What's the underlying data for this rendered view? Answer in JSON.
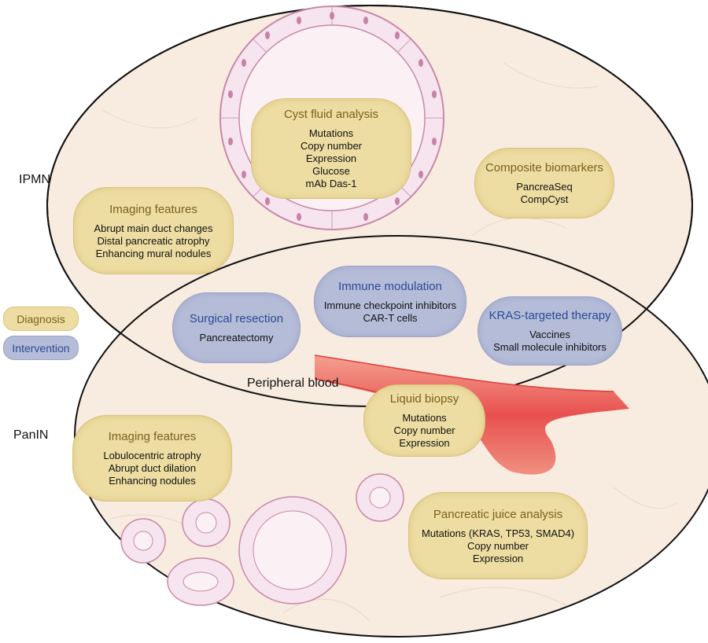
{
  "labels": {
    "ipmn": "IPMN",
    "panin": "PanIN",
    "peripheral_blood": "Peripheral blood"
  },
  "legend": {
    "diagnosis": "Diagnosis",
    "intervention": "Intervention"
  },
  "colors": {
    "diagnosis_fill": "#eddda2",
    "intervention_fill": "#b5bcd8",
    "ellipse_fill": "#f8ebdf",
    "cell_pink": "#c882a6",
    "vessel_red": "#e8504e"
  },
  "boxes": {
    "cyst_fluid": {
      "title": "Cyst fluid analysis",
      "items": [
        "Mutations",
        "Copy number",
        "Expression",
        "Glucose",
        "mAb Das-1"
      ]
    },
    "composite": {
      "title": "Composite biomarkers",
      "items": [
        "PancreaSeq",
        "CompCyst"
      ]
    },
    "imaging_ipmn": {
      "title": "Imaging features",
      "items": [
        "Abrupt main duct changes",
        "Distal pancreatic atrophy",
        "Enhancing mural nodules"
      ]
    },
    "immune": {
      "title": "Immune modulation",
      "items": [
        "Immune checkpoint inhibitors",
        "CAR-T cells"
      ]
    },
    "surgical": {
      "title": "Surgical resection",
      "items": [
        "Pancreatectomy"
      ]
    },
    "kras": {
      "title": "KRAS-targeted therapy",
      "items": [
        "Vaccines",
        "Small molecule inhibitors"
      ]
    },
    "liquid": {
      "title": "Liquid biopsy",
      "items": [
        "Mutations",
        "Copy number",
        "Expression"
      ]
    },
    "imaging_panin": {
      "title": "Imaging features",
      "items": [
        "Lobulocentric atrophy",
        "Abrupt duct dilation",
        "Enhancing nodules"
      ]
    },
    "juice": {
      "title": "Pancreatic juice analysis",
      "items": [
        "Mutations (KRAS, TP53, SMAD4)",
        "Copy number",
        "Expression"
      ]
    }
  }
}
